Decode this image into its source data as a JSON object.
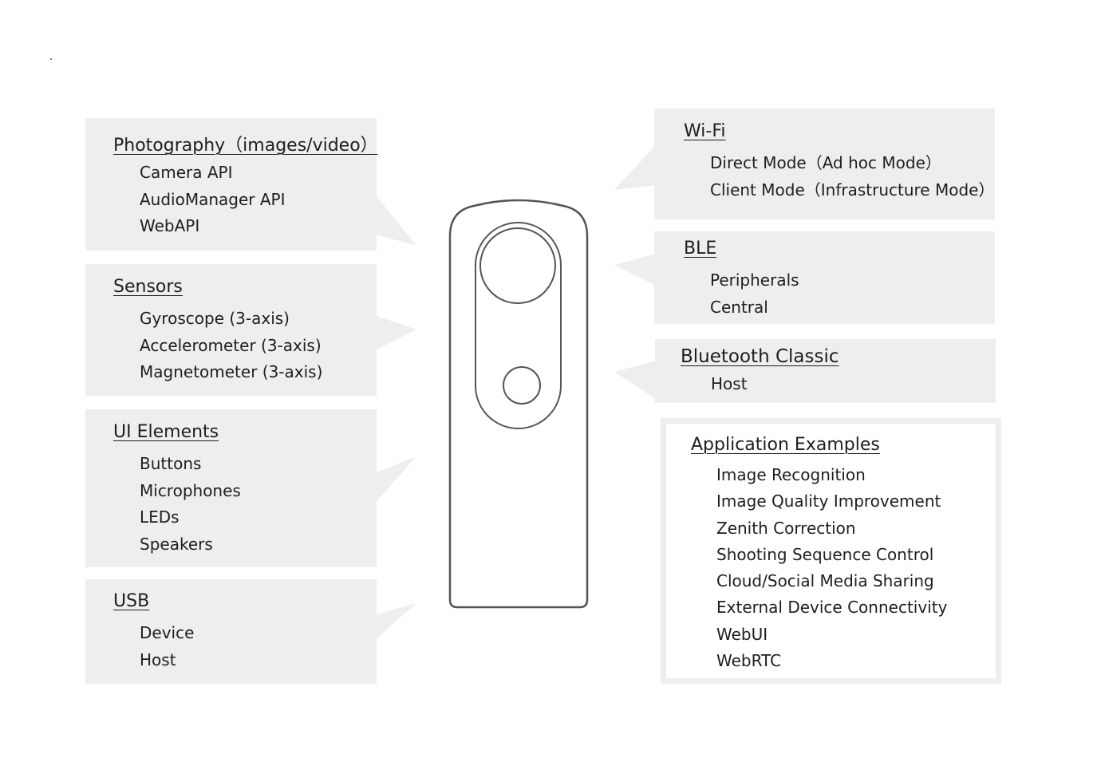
{
  "left_panels": [
    {
      "heading": "Photography（images/video）",
      "items": [
        "Camera API",
        "AudioManager API",
        "WebAPI"
      ]
    },
    {
      "heading": "Sensors",
      "items": [
        "Gyroscope (3-axis)",
        "Accelerometer (3-axis)",
        "Magnetometer (3-axis)"
      ]
    },
    {
      "heading": "UI Elements",
      "items": [
        "Buttons",
        "Microphones",
        "LEDs",
        "Speakers"
      ]
    },
    {
      "heading": "USB",
      "items": [
        "Device",
        "Host"
      ]
    }
  ],
  "right_panels": [
    {
      "heading": "Wi-Fi",
      "items": [
        "Direct Mode（Ad hoc Mode）",
        "Client Mode（Infrastructure Mode）"
      ]
    },
    {
      "heading": "BLE",
      "items": [
        "Peripherals",
        "Central"
      ]
    },
    {
      "heading": "Bluetooth Classic",
      "items": [
        "Host"
      ]
    }
  ],
  "application_examples": {
    "heading": "Application Examples",
    "items": [
      "Image Recognition",
      "Image Quality Improvement",
      "Zenith Correction",
      "Shooting Sequence Control",
      "Cloud/Social Media Sharing",
      "External Device Connectivity",
      "WebUI",
      "WebRTC"
    ]
  },
  "colors": {
    "panel": "#eeeeee",
    "outline": "#555555",
    "text": "#1e1e1e"
  }
}
